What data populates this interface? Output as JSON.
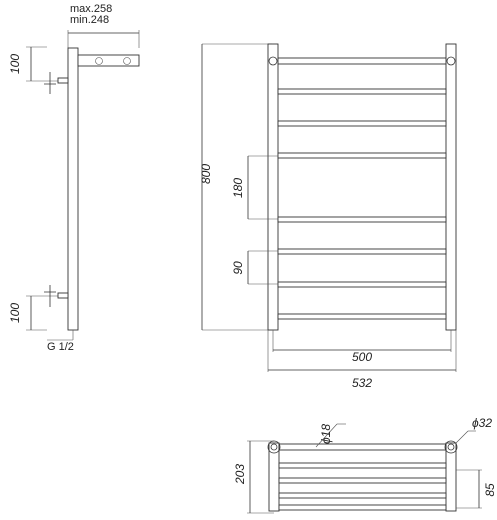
{
  "side_view": {
    "depth_max": "max.258",
    "depth_min": "min.248",
    "top_offset": "100",
    "bottom_offset": "100",
    "thread": "G 1/2"
  },
  "front_view": {
    "height": "800",
    "rung_spacing_large": "180",
    "rung_spacing_small": "90",
    "center_width": "500",
    "overall_width": "532"
  },
  "top_view": {
    "depth": "203",
    "rail_diameter": "ϕ18",
    "post_diameter": "ϕ32",
    "shelf_height": "85"
  }
}
